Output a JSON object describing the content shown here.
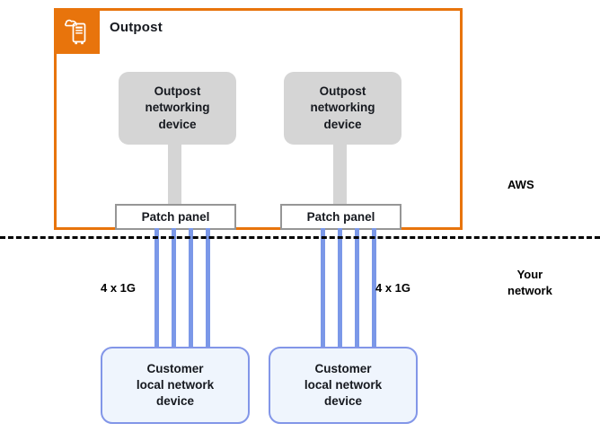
{
  "diagram": {
    "title": "Outpost network connectivity diagram",
    "colors": {
      "outpost_border": "#E8740C",
      "outpost_icon_bg": "#E8740C",
      "net_device_fill": "#D5D5D5",
      "patch_panel_border": "#969696",
      "cable": "#7B98E8",
      "customer_device_fill": "#EFF5FD",
      "customer_device_border": "#8296E8",
      "boundary_line": "#000000",
      "text": "#16191F"
    }
  },
  "outpost": {
    "title": "Outpost",
    "icon": "outpost-rack-cloud-icon"
  },
  "networking_devices": [
    {
      "label": "Outpost\nnetworking\ndevice"
    },
    {
      "label": "Outpost\nnetworking\ndevice"
    }
  ],
  "patch_panels": [
    {
      "label": "Patch panel"
    },
    {
      "label": "Patch panel"
    }
  ],
  "customer_devices": [
    {
      "label": "Customer\nlocal network\ndevice"
    },
    {
      "label": "Customer\nlocal network\ndevice"
    }
  ],
  "link_labels": [
    {
      "text": "4 x 1G"
    },
    {
      "text": "4 x 1G"
    }
  ],
  "zones": [
    {
      "text": "AWS"
    },
    {
      "text": "Your\nnetwork"
    }
  ],
  "cables": {
    "count_per_panel": 4,
    "left_positions": [
      172,
      191,
      210,
      229
    ],
    "right_positions": [
      357,
      376,
      395,
      414
    ]
  }
}
